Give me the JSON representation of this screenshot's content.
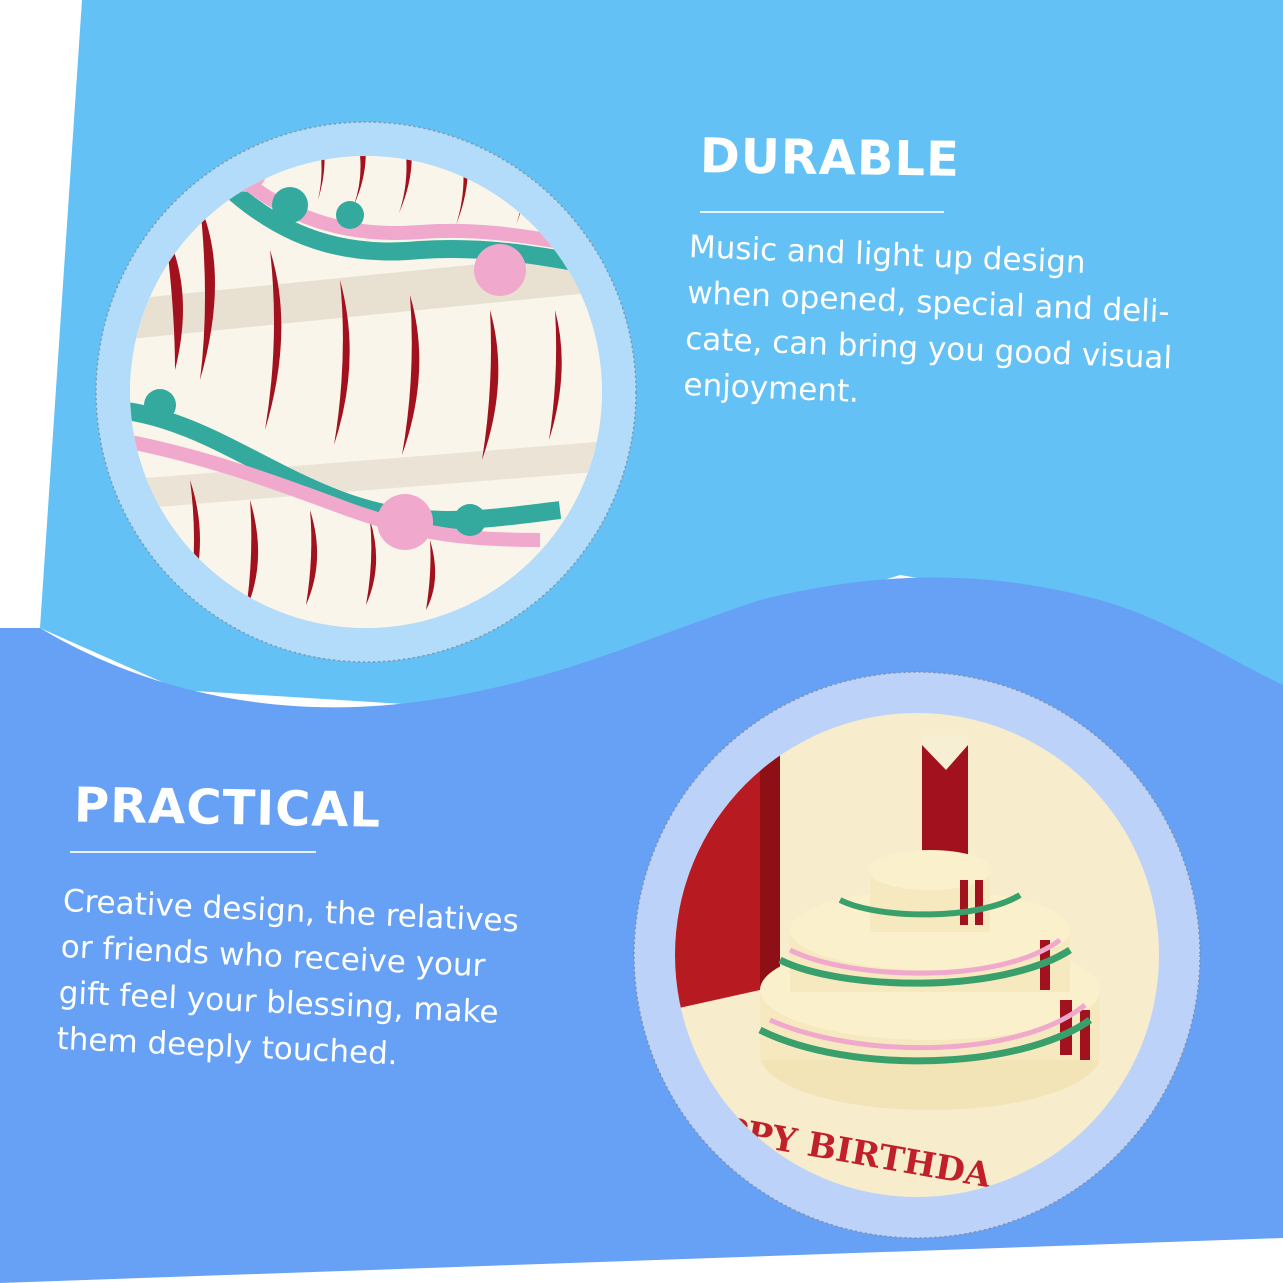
{
  "colors": {
    "frame_top": "#64c1f5",
    "frame_bottom": "#66a1f5",
    "photo_ring_top": "#b2dcf9",
    "photo_ring_bottom": "#bcd2f8",
    "cake_cream": "#f8efcf",
    "cake_red": "#a2121e",
    "garland_pink": "#f0a8cc",
    "garland_teal": "#33aa9d"
  },
  "top_section": {
    "heading": "DURABLE",
    "description": "Music and light up design\nwhen opened, special and deli-\ncate, can bring you good visual\nenjoyment.",
    "photo_icon": "cake-closeup-photo"
  },
  "bottom_section": {
    "heading": "PRACTICAL",
    "description": "Creative design, the relatives\nor friends who receive your\ngift feel your blessing, make\nthem deeply touched.",
    "photo_icon": "popup-cake-card-photo",
    "card_lettering": "PPY BIRTHDA"
  }
}
